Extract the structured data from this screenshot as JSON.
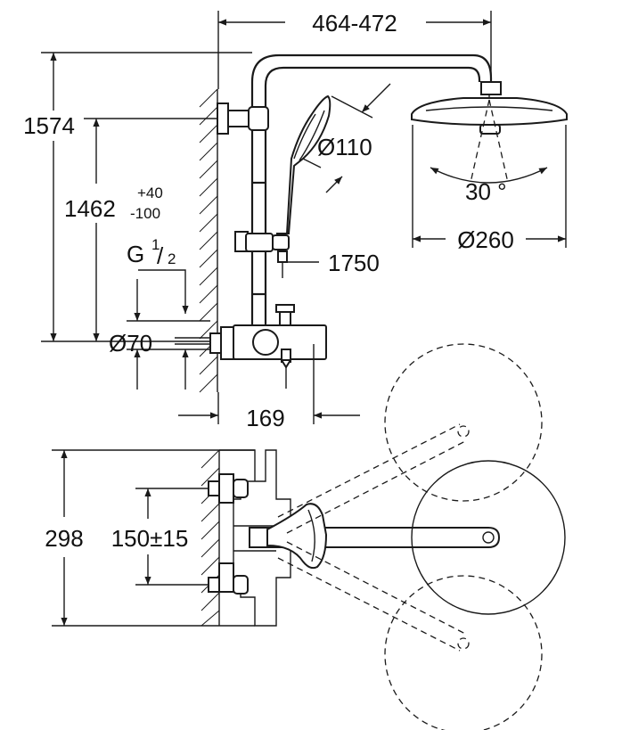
{
  "dimensions": {
    "arm_reach": "464-472",
    "total_height": "1574",
    "bar_height": "1462",
    "bar_height_tol_plus": "+40",
    "bar_height_tol_minus": "-100",
    "thread": "G",
    "thread_num": "1",
    "thread_den": "2",
    "hand_shower_dia": "Ø110",
    "tilt_angle": "30 °",
    "head_shower_dia": "Ø260",
    "hose_length": "1750",
    "wall_flange_dia": "Ø70",
    "spout_projection": "169",
    "body_height": "298",
    "inlet_spacing": "150±15"
  }
}
